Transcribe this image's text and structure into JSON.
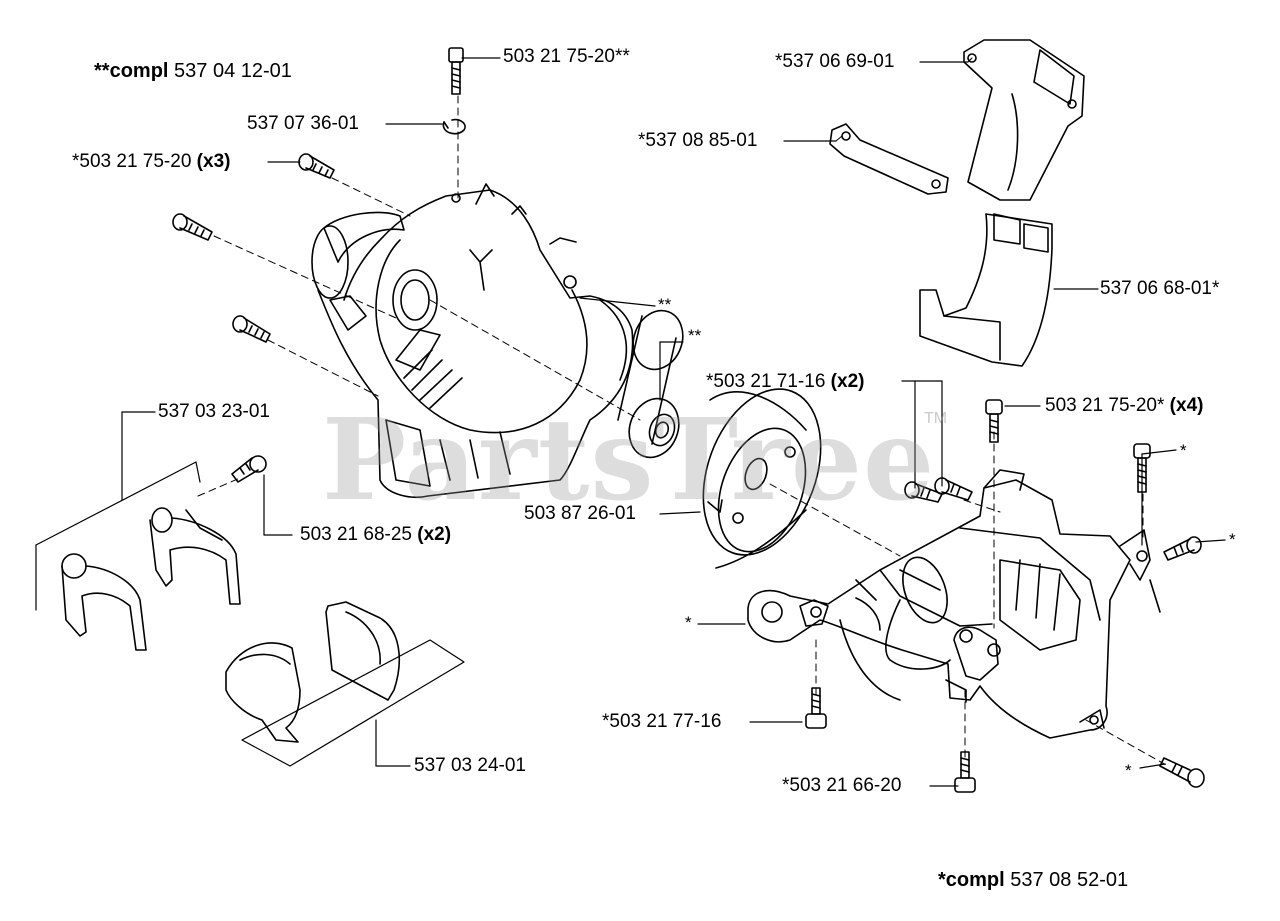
{
  "watermark": {
    "text": "PartsTree",
    "tm": "TM"
  },
  "assemblies": {
    "left": {
      "prefix": "**compl",
      "number": "537 04 12-01"
    },
    "right": {
      "prefix": "*compl",
      "number": "537 08 52-01"
    }
  },
  "labels": {
    "screw_top": {
      "part": "503 21 75-20**"
    },
    "circlip": {
      "part": "537 07 36-01"
    },
    "screw_x3": {
      "part": "*503 21 75-20",
      "qty": "(x3)"
    },
    "gasket_cover": {
      "part": "*537 06 69-01"
    },
    "gasket_small": {
      "part": "*537 08 85-01"
    },
    "intake": {
      "part": "537 06 68-01*"
    },
    "screw_x2_71": {
      "part": "*503 21 71-16",
      "qty": "(x2)"
    },
    "screw_x4": {
      "part": "503 21 75-20*",
      "qty": "(x4)"
    },
    "clamp_upper": {
      "part": "537 03 23-01"
    },
    "screw_x2_68": {
      "part": "503 21 68-25",
      "qty": "(x2)"
    },
    "flywheel": {
      "part": "503 87 26-01"
    },
    "screw_77": {
      "part": "*503 21 77-16"
    },
    "clamp_lower": {
      "part": "537 03 24-01"
    },
    "screw_66": {
      "part": "*503 21 66-20"
    }
  },
  "marks": {
    "double_star": "**",
    "single_star": "*"
  }
}
